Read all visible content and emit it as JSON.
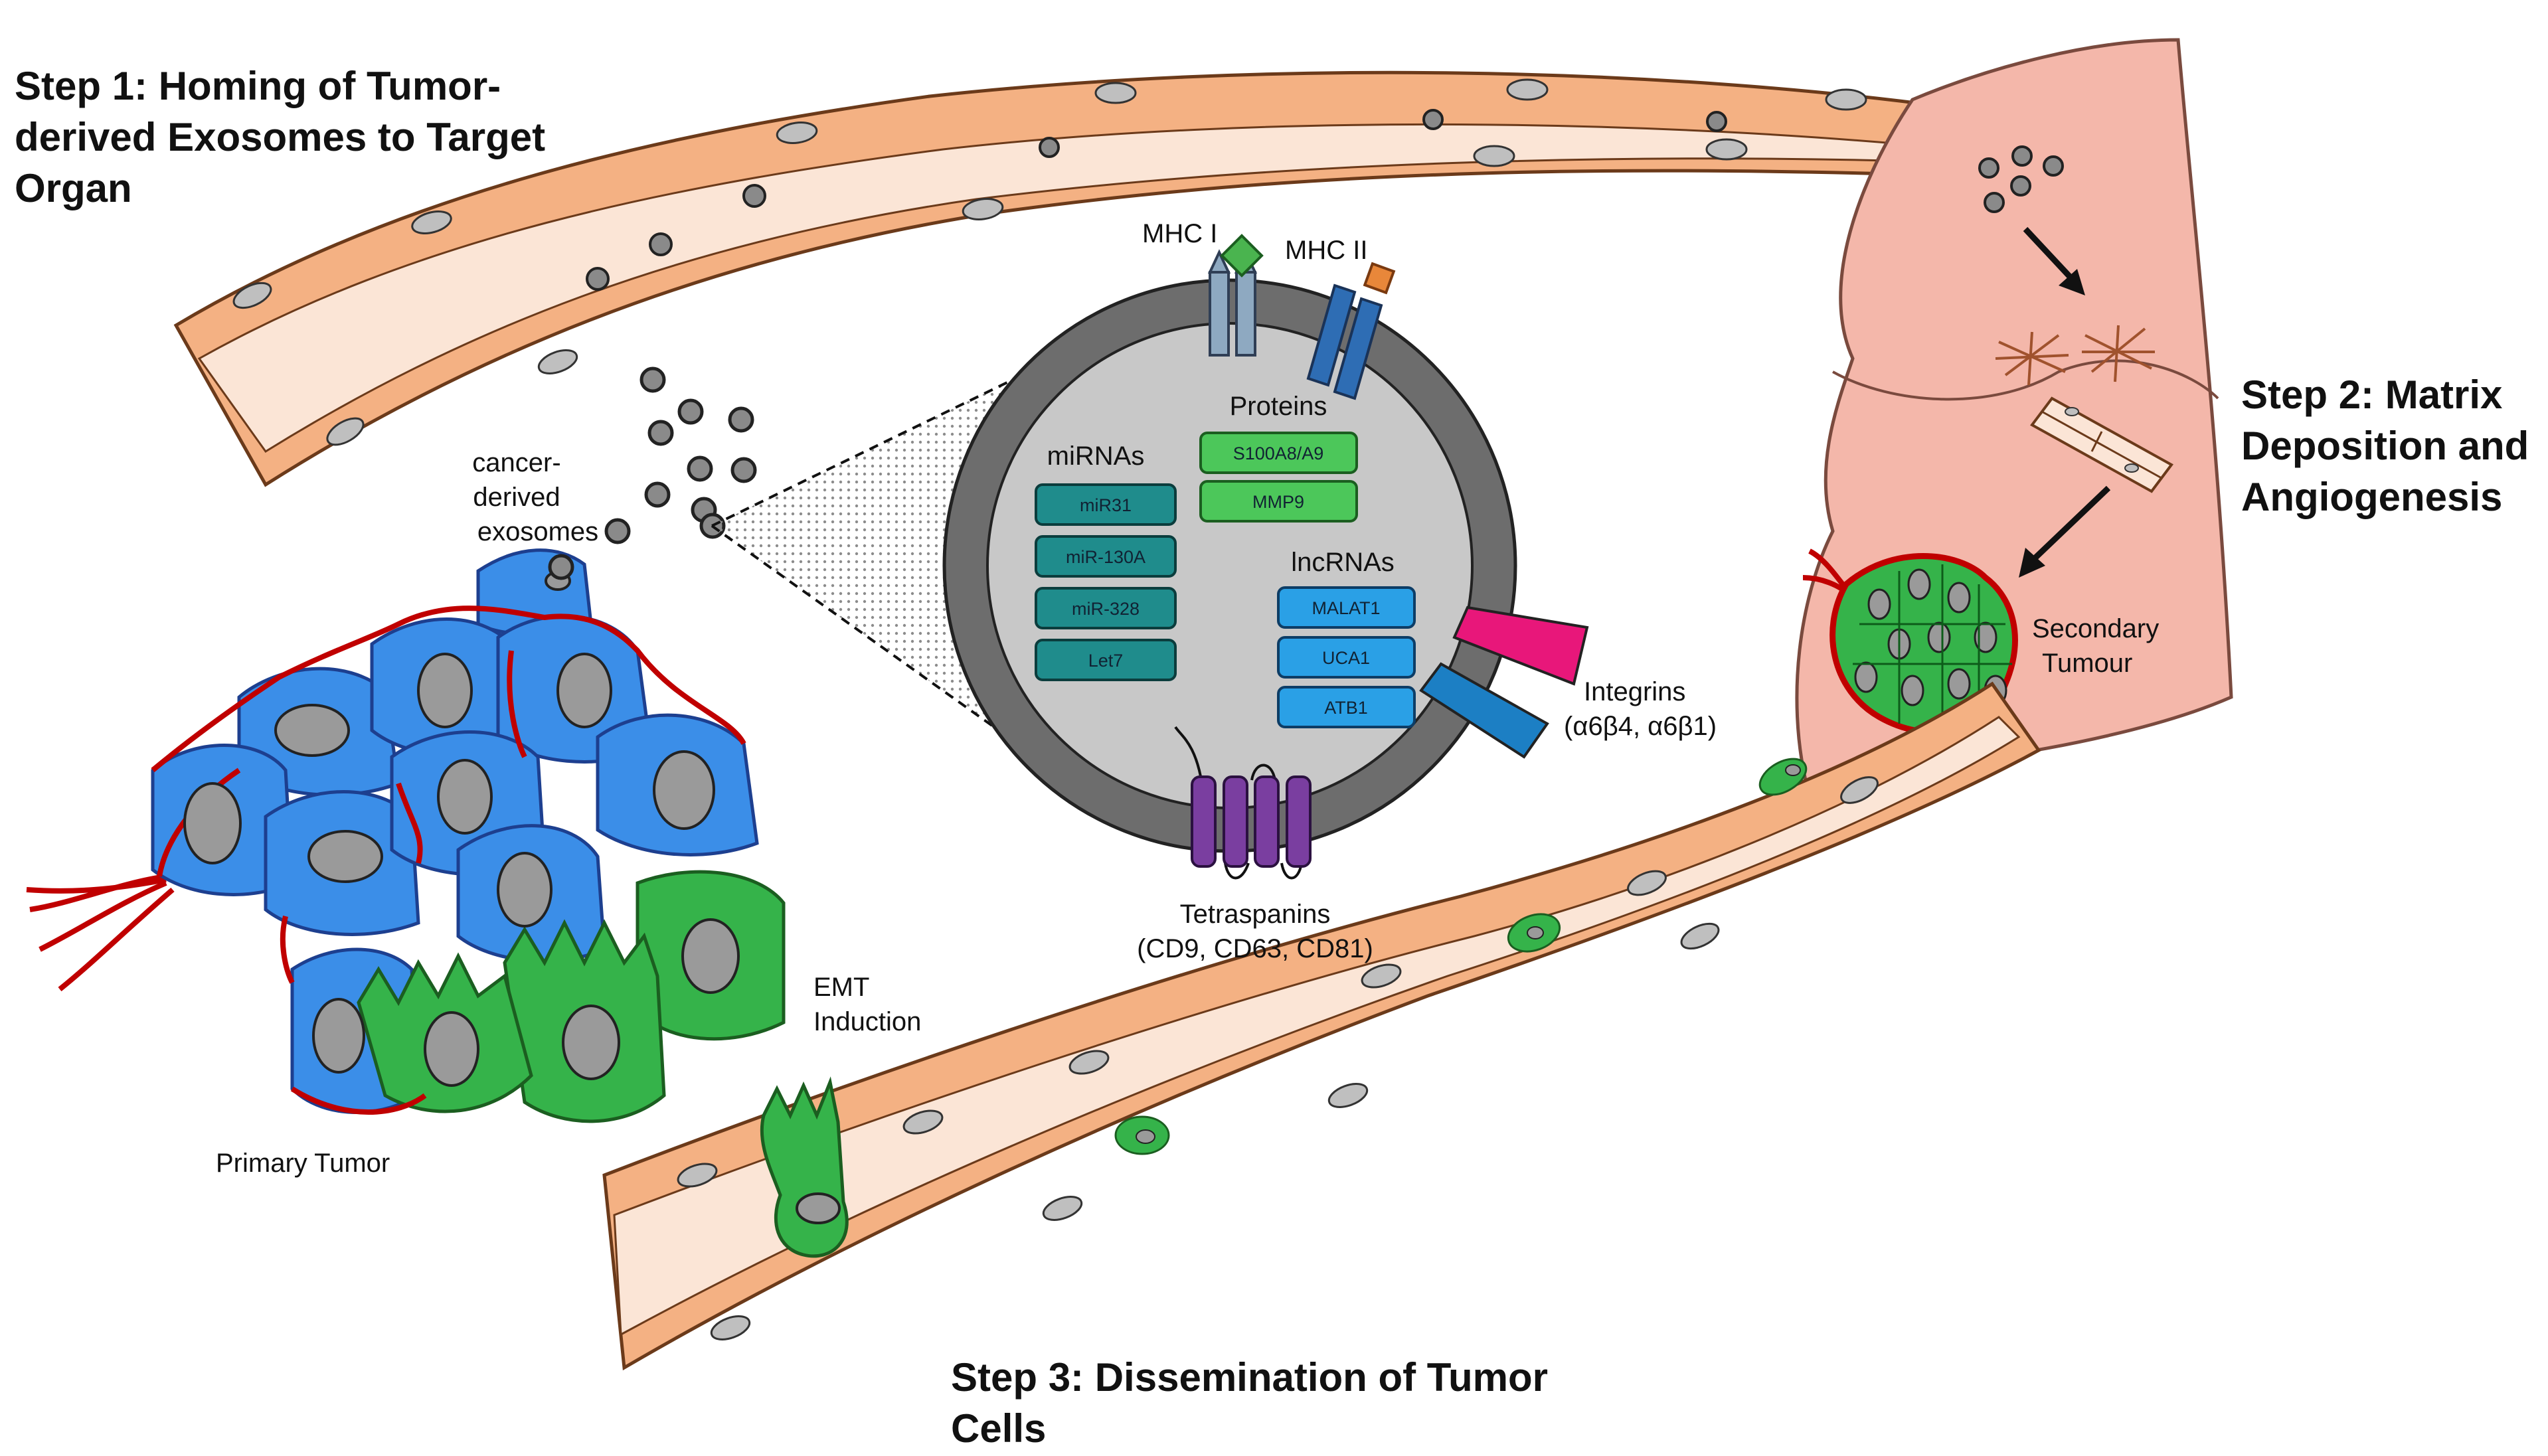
{
  "steps": {
    "step1": [
      "Step 1: Homing of Tumor-",
      "derived Exosomes to Target",
      "Organ"
    ],
    "step2": [
      "Step 2: Matrix",
      "Deposition and",
      "Angiogenesis"
    ],
    "step3": [
      "Step 3: Dissemination of Tumor",
      "Cells"
    ]
  },
  "labels": {
    "cancer_exosomes": [
      "cancer-",
      "derived",
      "exosomes"
    ],
    "primary_tumor": "Primary Tumor",
    "emt": [
      "EMT",
      "Induction"
    ],
    "secondary_tumour": [
      "Secondary",
      "Tumour"
    ],
    "mhc1": "MHC I",
    "mhc2": "MHC II",
    "integrins": [
      "Integrins",
      "(α6β4, α6β1)"
    ],
    "tetraspanins": [
      "Tetraspanins",
      "(CD9, CD63, CD81)"
    ]
  },
  "exosome": {
    "miRNAs_title": "miRNAs",
    "miRNAs": [
      "miR31",
      "miR-130A",
      "miR-328",
      "Let7"
    ],
    "proteins_title": "Proteins",
    "proteins": [
      "S100A8/A9",
      "MMP9"
    ],
    "lncRNAs_title": "lncRNAs",
    "lncRNAs": [
      "MALAT1",
      "UCA1",
      "ATB1"
    ]
  },
  "colors": {
    "vessel": "#f4b183",
    "vessel_lumen": "#fbe5d6",
    "organ": "#f4b7aa",
    "tumor_blue": "#3b8ee8",
    "tumor_green": "#35b34a",
    "tumor_border": "#c00000",
    "mirna_box": "#1f8c8c",
    "protein_box": "#4cc75a",
    "lncrna_box": "#2aa0e6",
    "tetraspanin": "#7a3ea0",
    "integrin_pink": "#e8177a",
    "integrin_blue": "#1c7fc4"
  }
}
